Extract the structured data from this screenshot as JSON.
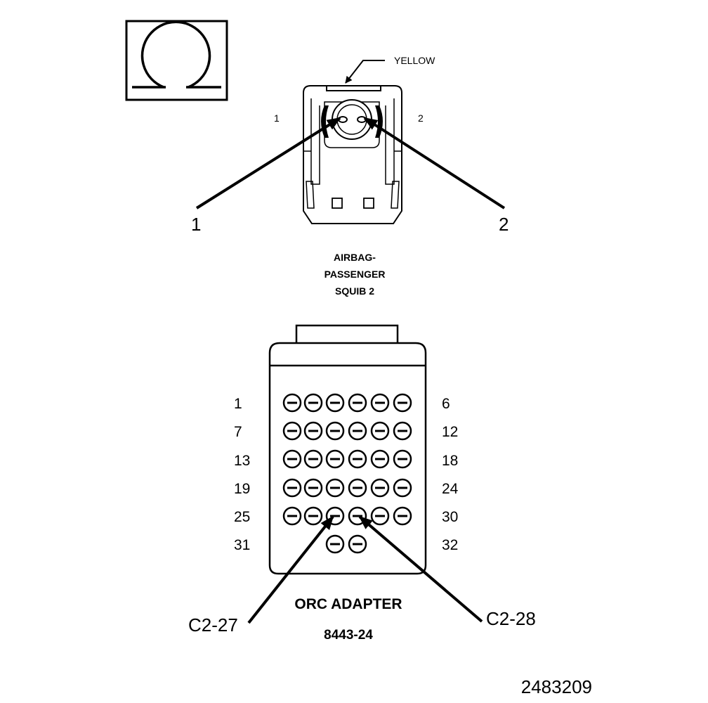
{
  "symbol": {
    "icon": "ohm-icon"
  },
  "top_connector": {
    "wire_color_label": "YELLOW",
    "cavity_left_small": "1",
    "cavity_right_small": "2",
    "callout_left": "1",
    "callout_right": "2",
    "name_lines": [
      "AIRBAG-",
      "PASSENGER",
      "SQUIB 2"
    ]
  },
  "bottom_connector": {
    "row_start_labels": [
      "1",
      "7",
      "13",
      "19",
      "25",
      "31"
    ],
    "row_end_labels": [
      "6",
      "12",
      "18",
      "24",
      "30",
      "32"
    ],
    "callout_left": "C2-27",
    "callout_right": "C2-28",
    "title": "ORC ADAPTER",
    "part_number": "8443-24"
  },
  "figure_number": "2483209"
}
